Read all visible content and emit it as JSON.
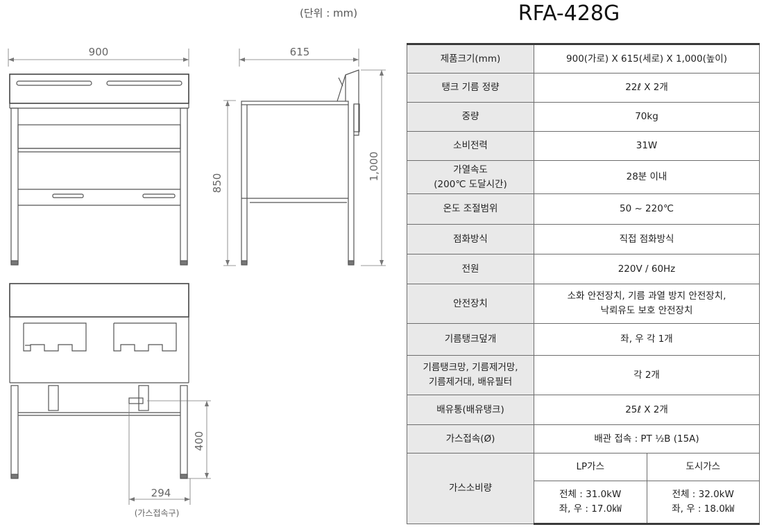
{
  "header": {
    "unit_label": "(단위 : mm)",
    "model_name": "RFA-428G"
  },
  "drawings": {
    "front_width": "900",
    "side_depth": "615",
    "side_height_body": "850",
    "side_height_total": "1,000",
    "top_gas_height": "400",
    "top_gas_offset": "294",
    "gas_connection_caption": "(가스접속구)"
  },
  "specs": {
    "size": {
      "label": "제품크기(mm)",
      "value": "900(가로) X 615(세로) X 1,000(높이)"
    },
    "tank": {
      "label": "탱크 기름 정량",
      "value": "22ℓ X 2개"
    },
    "weight": {
      "label": "중량",
      "value": "70kg"
    },
    "power_consumption": {
      "label": "소비전력",
      "value": "31W"
    },
    "heating_speed": {
      "label_line1": "가열속도",
      "label_line2": "(200℃ 도달시간)",
      "value": "28분 이내"
    },
    "temp_range": {
      "label": "온도 조절범위",
      "value": "50 ~ 220℃"
    },
    "ignition": {
      "label": "점화방식",
      "value": "직접 점화방식"
    },
    "power": {
      "label": "전원",
      "value": "220V / 60Hz"
    },
    "safety": {
      "label": "안전장치",
      "value_line1": "소화 안전장치, 기름 과열 방지 안전장치,",
      "value_line2": "낙뢰유도 보호 안전장치"
    },
    "tank_cover": {
      "label": "기름탱크덮개",
      "value": "좌, 우 각 1개"
    },
    "accessories": {
      "label_line1": "기름탱크망, 기름제거망,",
      "label_line2": "기름제거대, 배유필터",
      "value": "각 2개"
    },
    "drain": {
      "label": "배유통(배유탱크)",
      "value": "25ℓ X 2개"
    },
    "gas_connection": {
      "label": "가스접속(Ø)",
      "value": "배관 접속 : PT ½B (15A)"
    },
    "gas_consumption": {
      "label": "가스소비량",
      "lp": {
        "header": "LP가스",
        "total": "전체 : 31.0kW",
        "each": "좌, 우 : 17.0㎾"
      },
      "city": {
        "header": "도시가스",
        "total": "전체 : 32.0kW",
        "each": "좌, 우 : 18.0㎾"
      }
    }
  }
}
